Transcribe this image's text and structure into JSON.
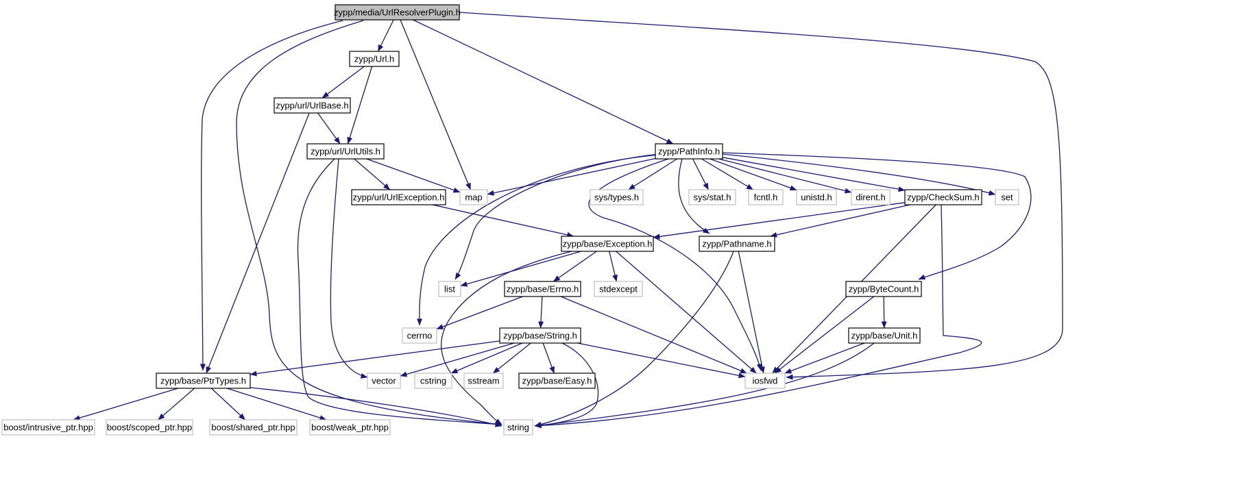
{
  "colors": {
    "edge": "#191970",
    "header_fill": "#bfbfbf",
    "project_border": "#000000",
    "system_border": "#bfbfbf",
    "text": "#000000"
  },
  "nodes": [
    {
      "id": "urlresolver",
      "label": "zypp/media/UrlResolverPlugin.h",
      "kind": "header"
    },
    {
      "id": "url",
      "label": "zypp/Url.h",
      "kind": "project"
    },
    {
      "id": "urlbase",
      "label": "zypp/url/UrlBase.h",
      "kind": "project"
    },
    {
      "id": "urlutils",
      "label": "zypp/url/UrlUtils.h",
      "kind": "project"
    },
    {
      "id": "urlexception",
      "label": "zypp/url/UrlException.h",
      "kind": "project"
    },
    {
      "id": "map",
      "label": "map",
      "kind": "system"
    },
    {
      "id": "pathinfo",
      "label": "zypp/PathInfo.h",
      "kind": "project"
    },
    {
      "id": "systypes",
      "label": "sys/types.h",
      "kind": "system"
    },
    {
      "id": "sysstat",
      "label": "sys/stat.h",
      "kind": "system"
    },
    {
      "id": "fcntl",
      "label": "fcntl.h",
      "kind": "system"
    },
    {
      "id": "unistd",
      "label": "unistd.h",
      "kind": "system"
    },
    {
      "id": "dirent",
      "label": "dirent.h",
      "kind": "system"
    },
    {
      "id": "checksum",
      "label": "zypp/CheckSum.h",
      "kind": "project"
    },
    {
      "id": "set",
      "label": "set",
      "kind": "system"
    },
    {
      "id": "exception",
      "label": "zypp/base/Exception.h",
      "kind": "project"
    },
    {
      "id": "pathname",
      "label": "zypp/Pathname.h",
      "kind": "project"
    },
    {
      "id": "list",
      "label": "list",
      "kind": "system"
    },
    {
      "id": "errno",
      "label": "zypp/base/Errno.h",
      "kind": "project"
    },
    {
      "id": "stdexcept",
      "label": "stdexcept",
      "kind": "system"
    },
    {
      "id": "bytecount",
      "label": "zypp/ByteCount.h",
      "kind": "project"
    },
    {
      "id": "cerrno",
      "label": "cerrno",
      "kind": "system"
    },
    {
      "id": "string_h",
      "label": "zypp/base/String.h",
      "kind": "project"
    },
    {
      "id": "unit",
      "label": "zypp/base/Unit.h",
      "kind": "project"
    },
    {
      "id": "ptrtypes",
      "label": "zypp/base/PtrTypes.h",
      "kind": "project"
    },
    {
      "id": "vector",
      "label": "vector",
      "kind": "system"
    },
    {
      "id": "cstring",
      "label": "cstring",
      "kind": "system"
    },
    {
      "id": "sstream",
      "label": "sstream",
      "kind": "system"
    },
    {
      "id": "easy",
      "label": "zypp/base/Easy.h",
      "kind": "project"
    },
    {
      "id": "iosfwd",
      "label": "iosfwd",
      "kind": "system"
    },
    {
      "id": "intrusive",
      "label": "boost/intrusive_ptr.hpp",
      "kind": "system"
    },
    {
      "id": "scoped",
      "label": "boost/scoped_ptr.hpp",
      "kind": "system"
    },
    {
      "id": "shared",
      "label": "boost/shared_ptr.hpp",
      "kind": "system"
    },
    {
      "id": "weak",
      "label": "boost/weak_ptr.hpp",
      "kind": "system"
    },
    {
      "id": "string",
      "label": "string",
      "kind": "system"
    }
  ],
  "edges": [
    [
      "urlresolver",
      "url"
    ],
    [
      "urlresolver",
      "map"
    ],
    [
      "urlresolver",
      "pathinfo"
    ],
    [
      "urlresolver",
      "ptrtypes"
    ],
    [
      "urlresolver",
      "string"
    ],
    [
      "urlresolver",
      "iosfwd"
    ],
    [
      "url",
      "urlbase"
    ],
    [
      "url",
      "urlutils"
    ],
    [
      "urlbase",
      "urlutils"
    ],
    [
      "urlbase",
      "ptrtypes"
    ],
    [
      "urlutils",
      "urlexception"
    ],
    [
      "urlutils",
      "map"
    ],
    [
      "urlutils",
      "vector"
    ],
    [
      "urlutils",
      "string"
    ],
    [
      "urlexception",
      "exception"
    ],
    [
      "pathinfo",
      "map"
    ],
    [
      "pathinfo",
      "systypes"
    ],
    [
      "pathinfo",
      "sysstat"
    ],
    [
      "pathinfo",
      "fcntl"
    ],
    [
      "pathinfo",
      "unistd"
    ],
    [
      "pathinfo",
      "dirent"
    ],
    [
      "pathinfo",
      "checksum"
    ],
    [
      "pathinfo",
      "set"
    ],
    [
      "pathinfo",
      "pathname"
    ],
    [
      "pathinfo",
      "list"
    ],
    [
      "pathinfo",
      "cerrno"
    ],
    [
      "pathinfo",
      "iosfwd"
    ],
    [
      "pathinfo",
      "bytecount"
    ],
    [
      "checksum",
      "exception"
    ],
    [
      "checksum",
      "pathname"
    ],
    [
      "checksum",
      "iosfwd"
    ],
    [
      "checksum",
      "string"
    ],
    [
      "exception",
      "list"
    ],
    [
      "exception",
      "errno"
    ],
    [
      "exception",
      "stdexcept"
    ],
    [
      "exception",
      "iosfwd"
    ],
    [
      "exception",
      "string"
    ],
    [
      "pathname",
      "iosfwd"
    ],
    [
      "pathname",
      "string"
    ],
    [
      "errno",
      "cerrno"
    ],
    [
      "errno",
      "string_h"
    ],
    [
      "errno",
      "iosfwd"
    ],
    [
      "bytecount",
      "unit"
    ],
    [
      "bytecount",
      "iosfwd"
    ],
    [
      "string_h",
      "ptrtypes"
    ],
    [
      "string_h",
      "vector"
    ],
    [
      "string_h",
      "cstring"
    ],
    [
      "string_h",
      "sstream"
    ],
    [
      "string_h",
      "easy"
    ],
    [
      "string_h",
      "iosfwd"
    ],
    [
      "string_h",
      "string"
    ],
    [
      "unit",
      "iosfwd"
    ],
    [
      "unit",
      "string"
    ],
    [
      "ptrtypes",
      "intrusive"
    ],
    [
      "ptrtypes",
      "scoped"
    ],
    [
      "ptrtypes",
      "shared"
    ],
    [
      "ptrtypes",
      "weak"
    ],
    [
      "ptrtypes",
      "string"
    ]
  ]
}
